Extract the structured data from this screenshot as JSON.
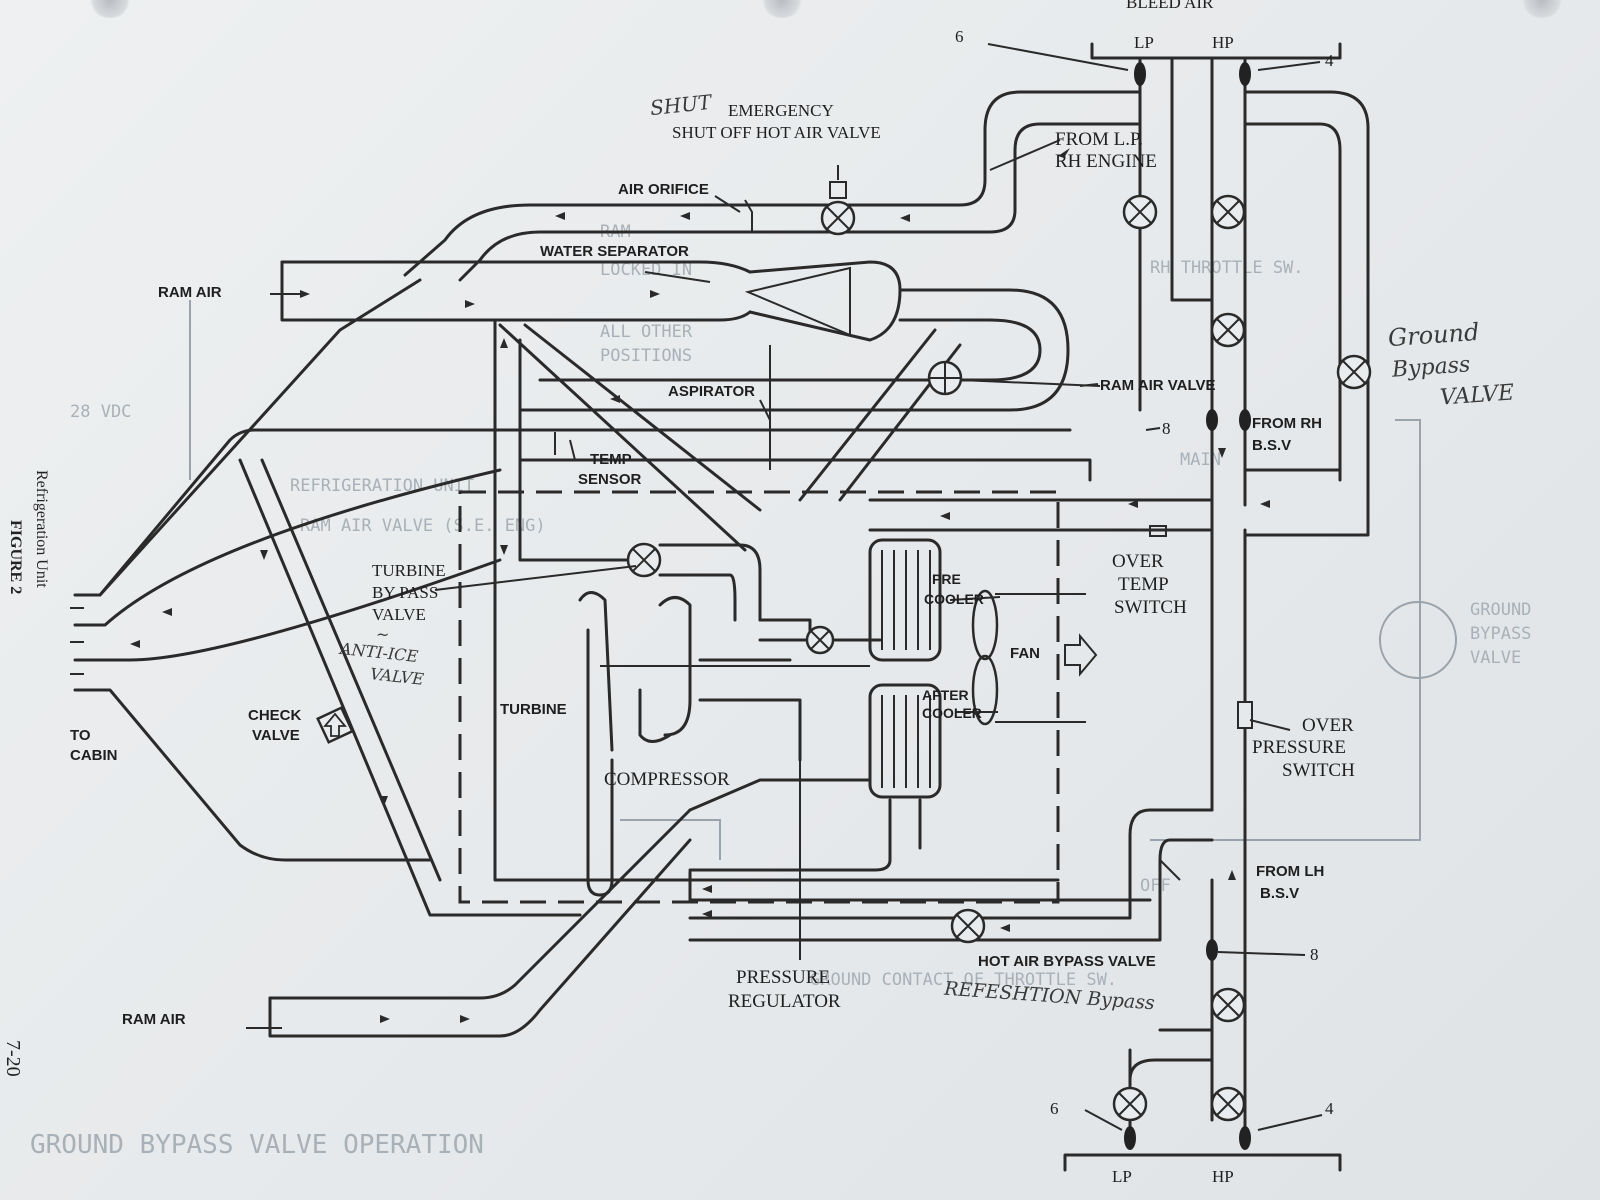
{
  "header": {
    "bleed_air": "BLEED AIR",
    "lp_top": "LP",
    "hp_top": "HP",
    "num_6_top": "6",
    "num_4_top": "4"
  },
  "valves": {
    "shut_handwritten": "SHUT",
    "emergency_line1": "EMERGENCY",
    "emergency_line2": "SHUT OFF HOT AIR VALVE",
    "air_orifice": "AIR ORIFICE",
    "water_separator": "WATER SEPARATOR",
    "ram_air_valve": "RAM AIR VALVE",
    "aspirator": "ASPIRATOR",
    "temp_sensor_line1": "TEMP",
    "temp_sensor_line2": "SENSOR",
    "turbine_bypass_line1": "TURBINE",
    "turbine_bypass_line2": "BY PASS",
    "turbine_bypass_line3": "VALVE",
    "anti_ice_handwritten_1": "~",
    "anti_ice_handwritten_2": "ANTI-ICE",
    "anti_ice_handwritten_3": "VALVE",
    "check_valve_line1": "CHECK",
    "check_valve_line2": "VALVE",
    "hot_air_bypass": "HOT AIR BYPASS VALVE",
    "refeshtion_handwritten": "REFESHTION Bypass",
    "ground_handwritten_1": "Ground",
    "ground_handwritten_2": "Bypass",
    "ground_handwritten_3": "VALVE"
  },
  "sources": {
    "from_lp_line1": "FROM L.P.",
    "from_lp_line2": "RH ENGINE",
    "from_rh_line1": "FROM RH",
    "from_rh_line2": "B.S.V",
    "from_lh_line1": "FROM LH",
    "from_lh_line2": "B.S.V",
    "num_8_upper": "8",
    "num_8_lower": "8"
  },
  "components": {
    "ram_air_upper": "RAM AIR",
    "ram_air_lower": "RAM AIR",
    "turbine": "TURBINE",
    "compressor": "COMPRESSOR",
    "pre_cooler_line1": "PRE",
    "pre_cooler_line2": "COOLER",
    "fan": "FAN",
    "after_cooler_line1": "AFTER",
    "after_cooler_line2": "COOLER",
    "to_cabin_line1": "TO",
    "to_cabin_line2": "CABIN",
    "pressure_regulator_line1": "PRESSURE",
    "pressure_regulator_line2": "REGULATOR"
  },
  "switches": {
    "over_temp_line1": "OVER",
    "over_temp_line2": "TEMP",
    "over_temp_line3": "SWITCH",
    "over_pressure_line1": "OVER",
    "over_pressure_line2": "PRESSURE",
    "over_pressure_line3": "SWITCH"
  },
  "footer": {
    "lp_bottom": "LP",
    "hp_bottom": "HP",
    "num_6_bottom": "6",
    "num_4_bottom": "4"
  },
  "side": {
    "figure": "FIGURE 2",
    "caption": "Refrigeration Unit",
    "page_number": "7-20"
  },
  "bleedthrough": {
    "b1": "RAM",
    "b2": "RH THROTTLE SW.",
    "b3": "LOCKED IN",
    "b4": "ALL OTHER",
    "b5": "POSITIONS",
    "b6": "28 VDC",
    "b7": "MAIN",
    "b8": "RAM AIR VALVE (S.E. ENG)",
    "b9": "REFRIGERATION UNIT",
    "b10": "OFF",
    "b11": "GROUND CONTACT OF THROTTLE SW.",
    "b12": "GROUND BYPASS VALVE OPERATION",
    "b13": "GROUND",
    "b14": "BYPASS",
    "b15": "VALVE"
  },
  "colors": {
    "ink": "#2a2a2a",
    "paper": "#e9ecee",
    "bleed": "#a9b1b8"
  }
}
